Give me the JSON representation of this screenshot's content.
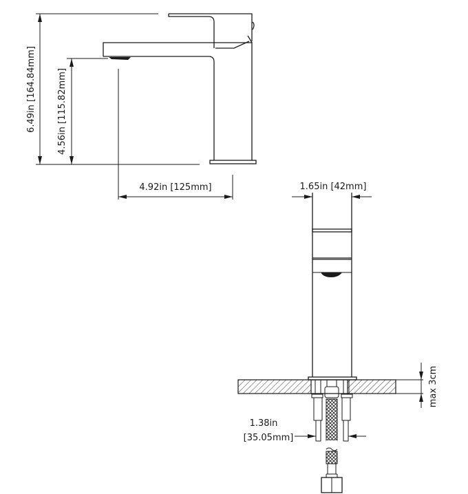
{
  "diagram": {
    "title": "Faucet dimension drawing",
    "side_view": {
      "dims": {
        "total_height": "6.49in [164.84mm]",
        "spout_height": "4.56in [115.82mm]",
        "spout_reach": "4.92in [125mm]"
      }
    },
    "front_view": {
      "dims": {
        "body_width": "1.65in [42mm]",
        "deck_thickness": "max 3cm",
        "shank_spacing_line1": "1.38in",
        "shank_spacing_line2": "[35.05mm]"
      }
    },
    "colors": {
      "line": "#1a1a1a",
      "background": "#ffffff",
      "hatch": "#333333"
    }
  }
}
